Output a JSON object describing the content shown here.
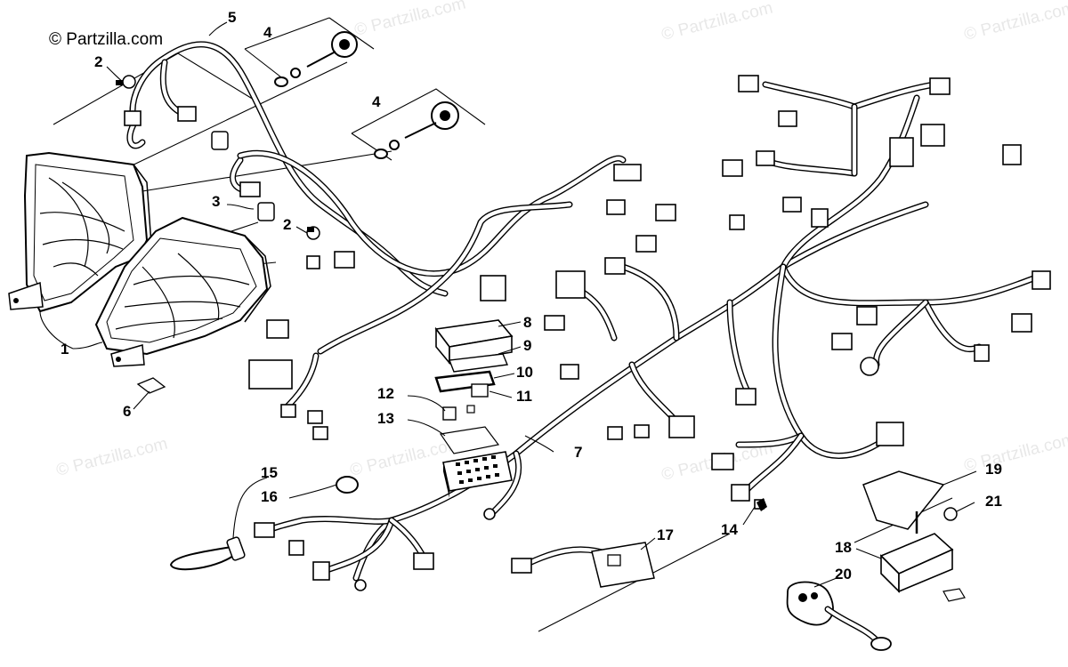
{
  "watermark": {
    "primary": "© Partzilla.com",
    "faint": "© Partzilla.com"
  },
  "callouts": {
    "c1": "1",
    "c2a": "2",
    "c2b": "2",
    "c3": "3",
    "c4a": "4",
    "c4b": "4",
    "c5": "5",
    "c6": "6",
    "c7": "7",
    "c8": "8",
    "c9": "9",
    "c10": "10",
    "c11": "11",
    "c12": "12",
    "c13": "13",
    "c14": "14",
    "c15": "15",
    "c16": "16",
    "c17": "17",
    "c18": "18",
    "c19": "19",
    "c20": "20",
    "c21": "21"
  },
  "icons": [
    "headlight-icon",
    "bulb-icon",
    "fuse-box-icon",
    "relay-icon",
    "cdi-module-icon",
    "key-icon",
    "connector-icon",
    "knob-icon"
  ]
}
